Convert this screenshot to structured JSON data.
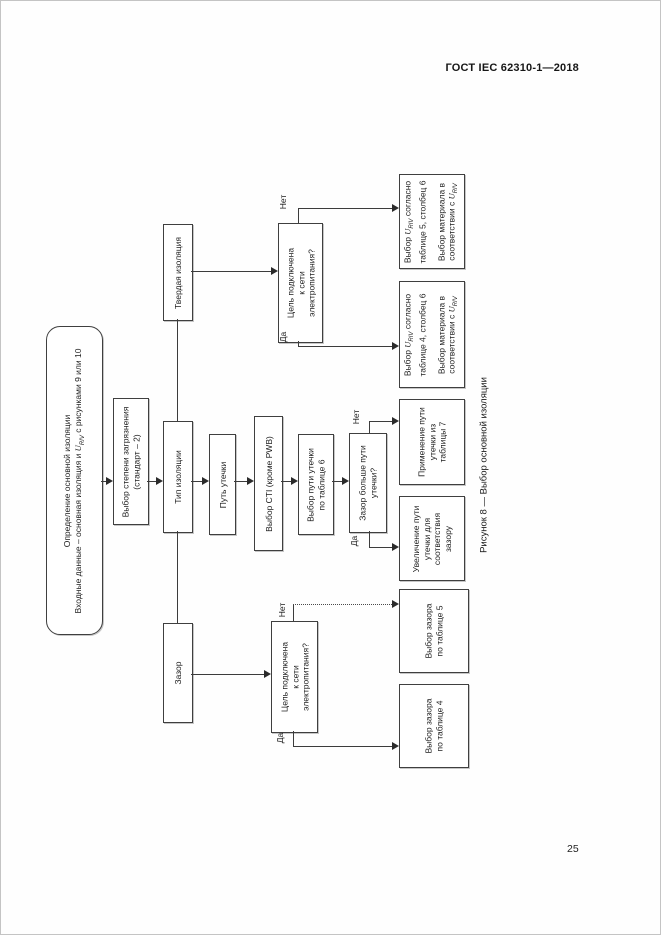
{
  "header": {
    "title": "ГОСТ IEC 62310-1—2018"
  },
  "footer": {
    "page_number": "25"
  },
  "figure": {
    "caption": "Рисунок 8 — Выбор основной изоляции",
    "symbol": {
      "base": "U",
      "sub": "RIV"
    },
    "labels": {
      "yes": "Да",
      "no": "Нет"
    },
    "nodes": {
      "start": {
        "line1": "Определение основной изоляции",
        "line2a": "Входные данные – основная изоляция и ",
        "line2b": " с рисунками 9 или 10"
      },
      "pollution": {
        "line1": "Выбор степени загрязнения",
        "line2": "(стандарт – 2)"
      },
      "insulation_type": {
        "line1": "Тип изоляции"
      },
      "solid_insulation": {
        "line1": "Твердая изоляция"
      },
      "clearance": {
        "line1": "Зазор"
      },
      "creepage": {
        "line1": "Путь утечки"
      },
      "cti": {
        "line1": "Выбор CTI (кроме PWB)"
      },
      "creepage_table": {
        "line1": "Выбор пути утечки",
        "line2": "по таблице 6"
      },
      "decision_clearance": {
        "line1": "Зазор больше пути",
        "line2": "утечки?"
      },
      "apply_creepage": {
        "line1": "Применение пути",
        "line2": "утечки из",
        "line3": "таблицы 7"
      },
      "increase_creepage": {
        "line1": "Увеличение пути",
        "line2": "утечки для",
        "line3": "соответствия",
        "line4": "зазору"
      },
      "decision_mains_solid": {
        "line1": "Цель подключена",
        "line2": "к сети",
        "line3": "электропитания?"
      },
      "select_u_table5": {
        "l1a": "Выбор ",
        "l1b": " согласно",
        "line2": "таблице 5, столбец 6",
        "line3": "Выбор материала в",
        "l4a": "соответствии с "
      },
      "select_u_table4": {
        "l1a": "Выбор ",
        "l1b": " согласно",
        "line2": "таблице 4, столбец 6",
        "line3": "Выбор материала в",
        "l4a": "соответствии с "
      },
      "decision_mains_clearance": {
        "line1": "Цель подключена",
        "line2": "к сети",
        "line3": "электропитания?"
      },
      "clearance_table5": {
        "line1": "Выбор зазора",
        "line2": "по таблице 5"
      },
      "clearance_table4": {
        "line1": "Выбор зазора",
        "line2": "по таблице 4"
      }
    }
  }
}
